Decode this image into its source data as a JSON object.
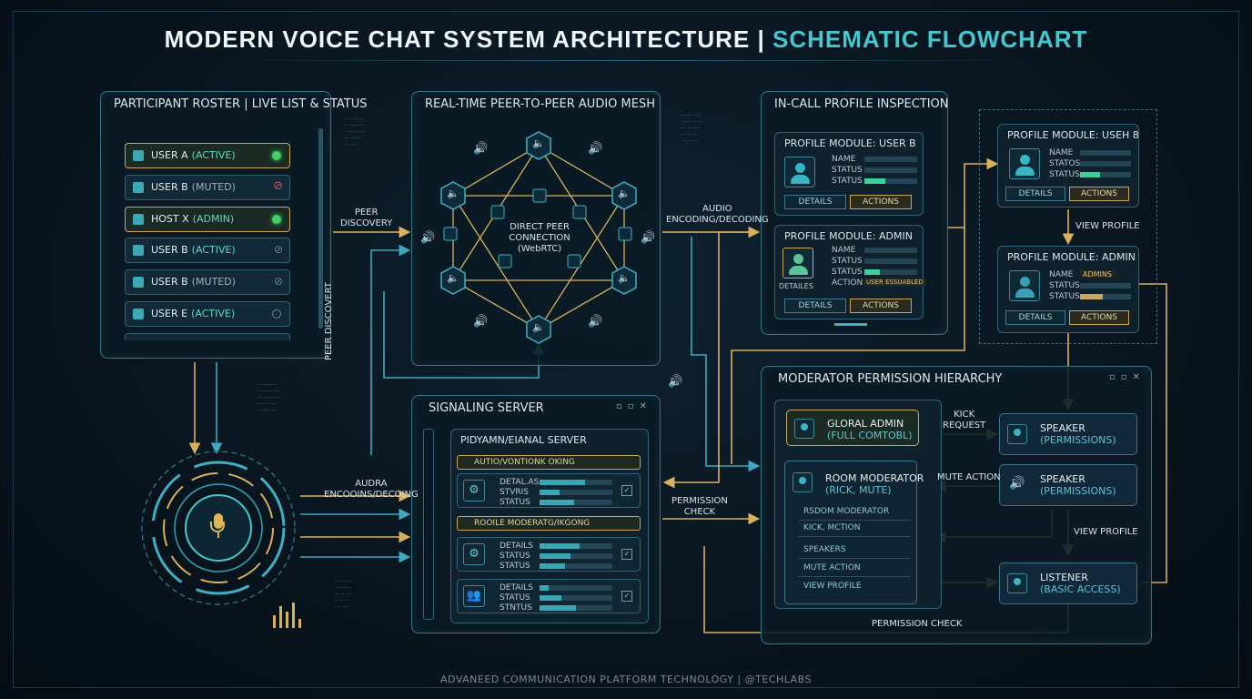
{
  "title": {
    "main": "MODERN VOICE CHAT SYSTEM ARCHITECTURE",
    "sep": " | ",
    "accent": "SCHEMATIC FLOWCHART"
  },
  "footer": {
    "text": "ADVANEED COMMUNICATION PLATFORM TECHNOLOGY  |  @TECHLABS"
  },
  "roster": {
    "title": "PARTICIPANT ROSTER | LIVE LIST & STATUS",
    "items": [
      {
        "name": "USER A",
        "state": "(ACTIVE)",
        "style": "active",
        "indicator": "dot-on",
        "highlight": true
      },
      {
        "name": "USER B",
        "state": "(MUTED)",
        "style": "muted",
        "indicator": "mic-off",
        "highlight": false
      },
      {
        "name": "HOST X",
        "state": "(ADMIN)",
        "style": "admin",
        "indicator": "dot-on",
        "highlight": true
      },
      {
        "name": "USER B",
        "state": "(ACTIVE)",
        "style": "active",
        "indicator": "slash",
        "highlight": false
      },
      {
        "name": "USER B",
        "state": "(MUTED)",
        "style": "muted",
        "indicator": "slash",
        "highlight": false
      },
      {
        "name": "USER E",
        "state": "(ACTIVE)",
        "style": "active",
        "indicator": "dot-off",
        "highlight": false
      }
    ]
  },
  "mesh": {
    "title": "REAL-TIME PEER-TO-PEER AUDIO MESH",
    "center_l1": "DIRECT PEER",
    "center_l2": "CONNECTION",
    "center_l3": "(WebRTC)"
  },
  "profile_inspection": {
    "title": "IN-CALL PROFILE INSPECTION",
    "module_user": {
      "title": "PROFILE MODULE: USER B",
      "f1": "NAME",
      "f2": "STATUS",
      "f3": "STATUS",
      "details": "DETAILS",
      "actions": "ACTIONS"
    },
    "module_admin": {
      "title": "PROFILE MODULE: ADMIN",
      "f1": "NAME",
      "f2": "STATUS",
      "f3": "STATUS",
      "f4": "ACTION",
      "action_value": "USER ESSUABLED",
      "avatar_label": "DETAILES",
      "details": "DETAILS",
      "actions": "ACTIONS"
    }
  },
  "right_profiles": {
    "module_user": {
      "title": "PROFILE MODULE: USEH 8",
      "f1": "NAME",
      "f2": "STATOS",
      "f3": "STATUS",
      "details": "DETAILS",
      "actions": "ACTIONS"
    },
    "view_profile": "VIEW PROFILE",
    "module_admin": {
      "title": "PROFILE MODULE: ADMIN",
      "f1": "NAME",
      "name_value": "ADMINS",
      "f2": "STATUS",
      "f3": "STATUS",
      "details": "DETAILS",
      "actions": "ACTIONS"
    }
  },
  "signaling": {
    "title": "SIGNALING SERVER",
    "inner_title": "PIDYAMN/EIANAL SERVER",
    "row1": "AUTIO/VONTIONK OKING",
    "row2": "ROOILE MODERATG/IKGONG",
    "card1": {
      "l1": "DETAL.AS",
      "l2": "STVRIS",
      "l3": "STATUS",
      "fills": [
        0.62,
        0.28,
        0.48
      ]
    },
    "card2": {
      "l1": "DETAILS",
      "l2": "STATUS",
      "l3": "STATUS",
      "fills": [
        0.55,
        0.42,
        0.35
      ]
    },
    "card3": {
      "l1": "DETAILS",
      "l2": "STATUS",
      "l3": "STNTUS",
      "fills": [
        0.12,
        0.3,
        0.5
      ]
    }
  },
  "moderator": {
    "title": "MODERATOR PERMISSION HIERARCHY",
    "global_admin": {
      "l1": "GLORAL ADMIN",
      "l2": "(FULL COMTOBL)"
    },
    "room_mod": {
      "l1": "ROOM MODERATOR",
      "l2": "(RICK, MUTE)"
    },
    "list": [
      "RSDOM MODERATOR",
      "KICK, MCTION",
      "SPEAKERS",
      "MUTE ACTION",
      "VIEW PROFILE"
    ],
    "speaker1": {
      "l1": "SPEAKER",
      "l2": "(PERMISSIONS)"
    },
    "speaker2": {
      "l1": "SPEAKER",
      "l2": "(PERMISSIONS)"
    },
    "listener": {
      "l1": "LISTENER",
      "l2": "(BASIC ACCESS)"
    }
  },
  "wire_labels": {
    "peer_discovery": [
      "PEER",
      "DISCOVERY"
    ],
    "peer_discovery_vertical": "PEER DISCOVERT",
    "audio_encoding": [
      "AUDIO",
      "ENCODING/DECODING"
    ],
    "audra_encoding": [
      "AUDRA",
      "ENCOOINS/DECOING"
    ],
    "permission_check_1": [
      "PERMISSION",
      "CHECK"
    ],
    "kick_request": [
      "KICK",
      "REQUEST"
    ],
    "mute_action": "MUTE ACTION",
    "view_profile": "VIEW PROFILE",
    "permission_check_2": "PERMISSION CHECK"
  },
  "colors": {
    "accent": "#46c6cf",
    "gold": "#e0b756",
    "wire_gold": "#d9b15c",
    "wire_cyan": "#3fa9bf",
    "active": "#3fcf6a",
    "muted": "#d0505a"
  }
}
